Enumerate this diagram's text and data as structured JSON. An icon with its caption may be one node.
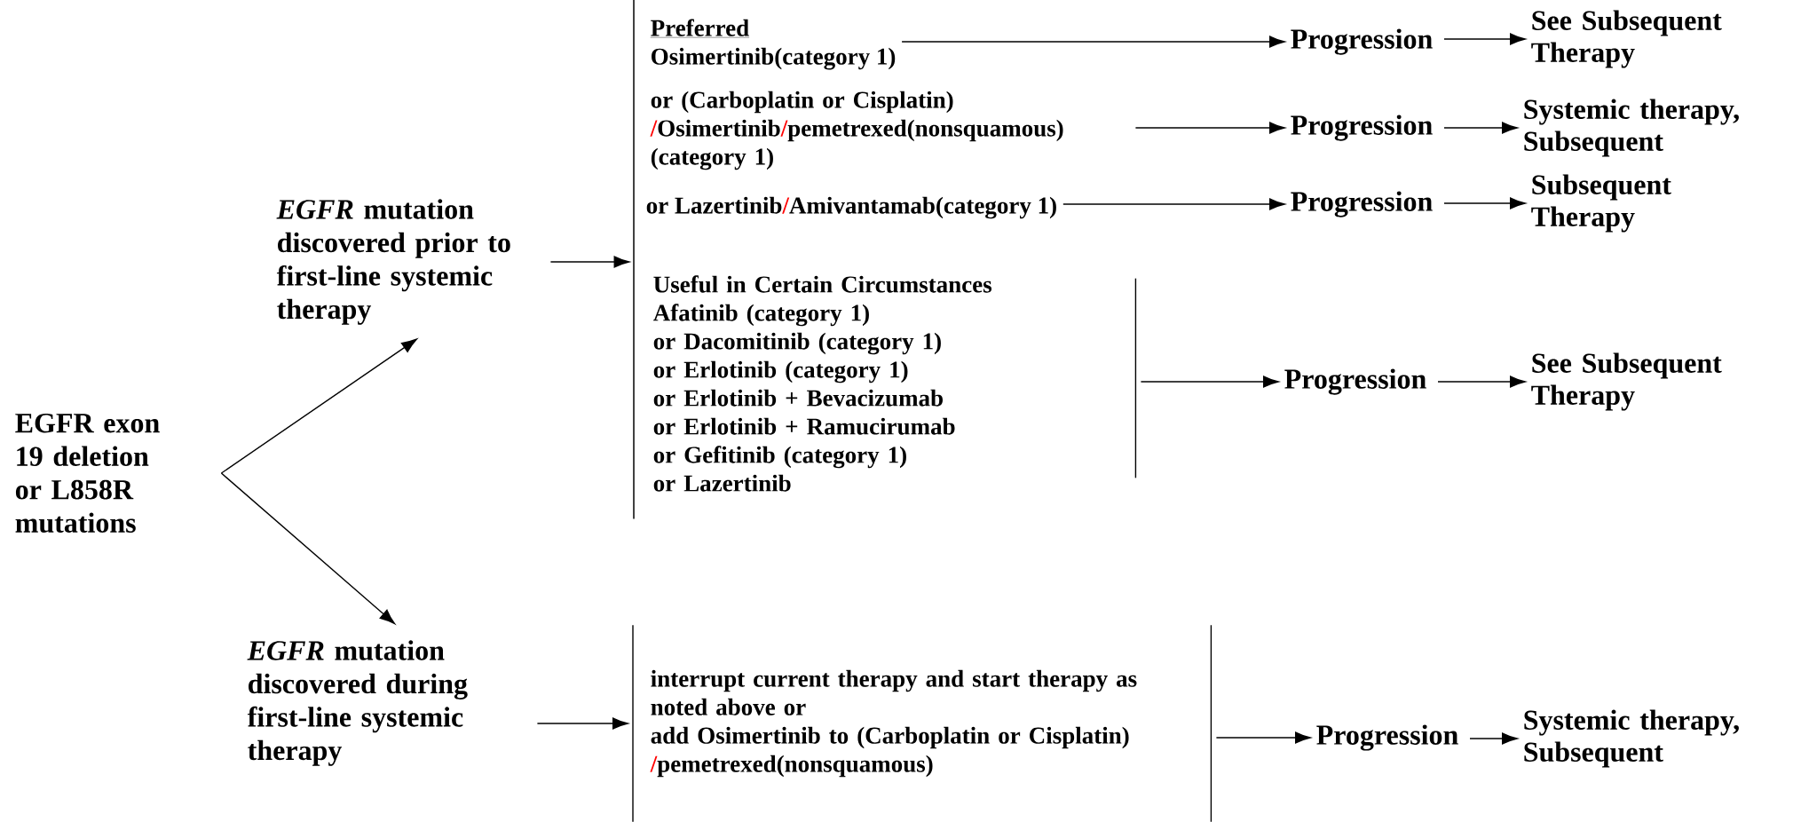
{
  "diagram": {
    "nodes": [
      {
        "text": [
          "EGFR exon 19 deletion or L858R mutations"
        ]
      },
      {
        "text": [
          "*EGFR* mutation discovered prior to first-line systemic therapy"
        ]
      },
      {
        "text": [
          "*EGFR* mutation discovered during first-line systemic therapy"
        ]
      },
      {
        "text": [],
        "shape": "bar"
      },
      {
        "text": [
          "Preferred",
          "Osimertinib(category 1)"
        ]
      },
      {
        "text": [
          "or (Carboplatin or Cisplatin) / Osimertinib/pemetrexed(nonsquamous)(category 1)"
        ]
      },
      {
        "text": [
          "or Lazertinib/Amivantamab(category 1)"
        ]
      },
      {
        "text": [
          "Useful in Certain Circumstances",
          "Afatinib (category 1)",
          "or Dacomitinib (category 1)",
          "or Erlotinib (category 1)",
          "or Erlotinib + Bevacizumab",
          "or Erlotinib + Ramucirumab",
          "or Gefitinib (category 1)",
          "or Lazertinib"
        ]
      },
      {
        "text": [
          "interrupt current therapy and start therapy as noted above or",
          "add Osimertinib to (Carboplatin or Cisplatin) /pemetrexed(nonsquamous)"
        ]
      },
      {
        "text": [
          "Progression"
        ]
      },
      {
        "text": [
          "Progression"
        ]
      },
      {
        "text": [
          "Progression"
        ]
      },
      {
        "text": [
          "Progression"
        ]
      },
      {
        "text": [
          "Progression"
        ]
      },
      {
        "text": [
          "See Subsequent Therapy"
        ]
      },
      {
        "text": [
          "Systemic therapy, Subsequent"
        ]
      },
      {
        "text": [
          "Subsequent Therapy"
        ]
      },
      {
        "text": [
          "See Subsequent Therapy"
        ]
      },
      {
        "text": [
          "Systemic therapy, Subsequent"
        ]
      }
    ],
    "edges": [
      {
        "from": 0,
        "to": 1,
        "arrow": "to"
      },
      {
        "from": 0,
        "to": 2,
        "arrow": "to"
      },
      {
        "from": 1,
        "to": 3,
        "arrow": "to"
      },
      {
        "from": 2,
        "to": 8,
        "arrow": "to"
      },
      {
        "from": 4,
        "to": 9,
        "arrow": "to"
      },
      {
        "from": 5,
        "to": 10,
        "arrow": "to"
      },
      {
        "from": 6,
        "to": 11,
        "arrow": "to"
      },
      {
        "from": 7,
        "to": 12,
        "arrow": "to"
      },
      {
        "from": 8,
        "to": 13,
        "arrow": "to"
      },
      {
        "from": 9,
        "to": 14,
        "arrow": "to"
      },
      {
        "from": 10,
        "to": 15,
        "arrow": "to"
      },
      {
        "from": 11,
        "to": 16,
        "arrow": "to"
      },
      {
        "from": 12,
        "to": 17,
        "arrow": "to"
      },
      {
        "from": 13,
        "to": 18,
        "arrow": "to"
      }
    ]
  }
}
